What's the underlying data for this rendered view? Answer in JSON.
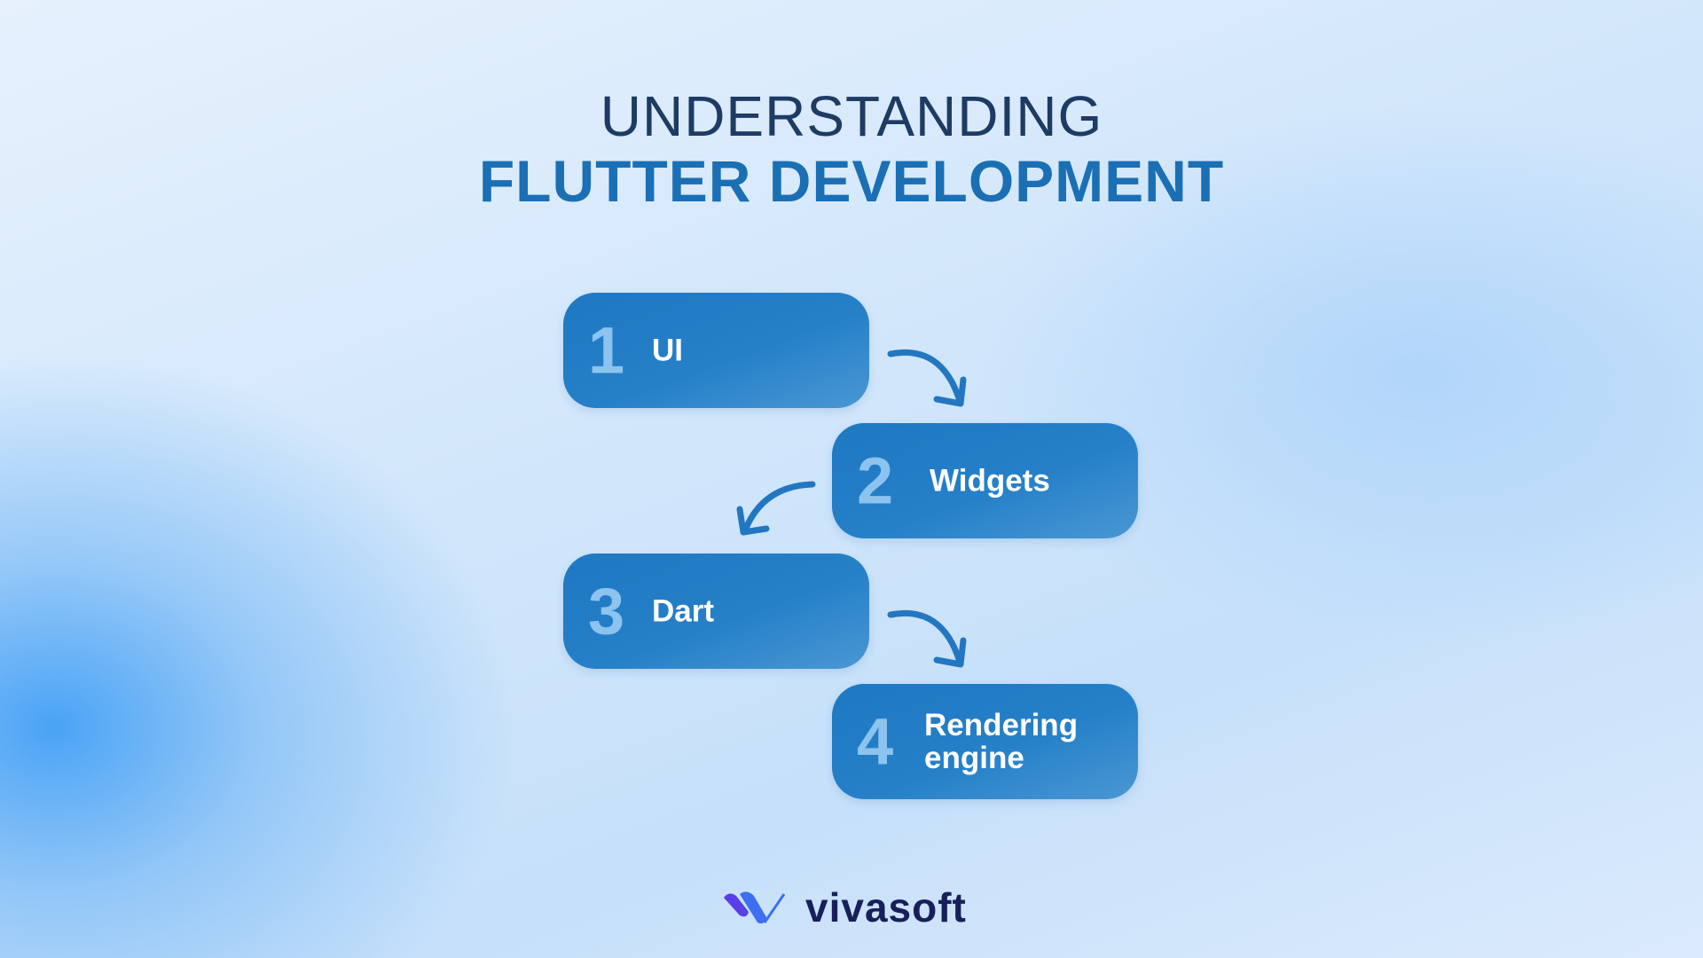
{
  "title": {
    "line1": "UNDERSTANDING",
    "line2": "FLUTTER DEVELOPMENT"
  },
  "steps": [
    {
      "number": "1",
      "label": "UI"
    },
    {
      "number": "2",
      "label": "Widgets"
    },
    {
      "number": "3",
      "label": "Dart"
    },
    {
      "number": "4",
      "label": "Rendering engine"
    }
  ],
  "brand": {
    "name": "vivasoft"
  },
  "colors": {
    "accent": "#1a6fb5",
    "box": "#2580c8",
    "number": "#8cc3ef",
    "heading": "#1d3b63",
    "brand": "#17205a"
  }
}
